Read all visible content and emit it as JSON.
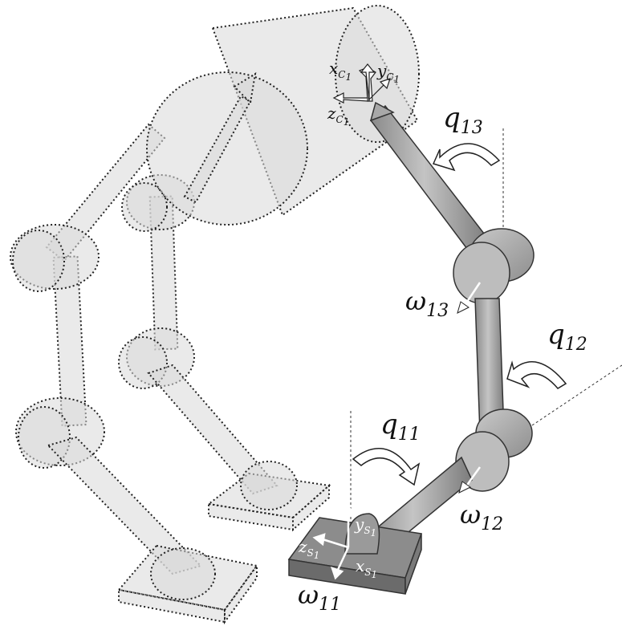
{
  "labels": {
    "x_c1": {
      "base": "x",
      "sub": "C",
      "subsub": "1"
    },
    "y_c1": {
      "base": "y",
      "sub": "C",
      "subsub": "1"
    },
    "z_c1": {
      "base": "z",
      "sub": "C",
      "subsub": "1"
    },
    "q13": {
      "base": "q",
      "sub": "13"
    },
    "q12": {
      "base": "q",
      "sub": "12"
    },
    "q11": {
      "base": "q",
      "sub": "11"
    },
    "w13": {
      "base": "ω",
      "sub": "13"
    },
    "w12": {
      "base": "ω",
      "sub": "12"
    },
    "w11": {
      "base": "ω",
      "sub": "11"
    },
    "y_s1": {
      "base": "y",
      "sub": "S",
      "subsub": "1"
    },
    "z_s1": {
      "base": "z",
      "sub": "S",
      "subsub": "1"
    },
    "x_s1": {
      "base": "x",
      "sub": "S",
      "subsub": "1"
    }
  },
  "colors": {
    "ghost_fill": "#d9d9d9",
    "ghost_stroke": "#222222",
    "leg_fill": "#a6a6a6",
    "leg_light": "#c8c8c8",
    "leg_dark": "#7f7f7f",
    "foot_top": "#8c8c8c",
    "foot_side": "#6b6b6b"
  }
}
